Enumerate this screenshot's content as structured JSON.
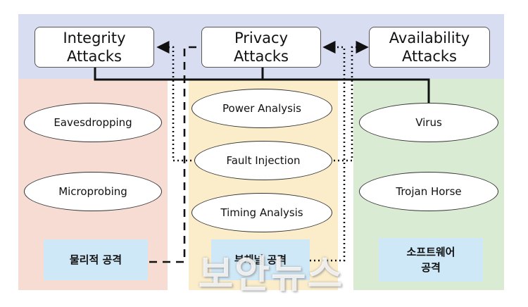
{
  "attacks": {
    "integrity": "Integrity\nAttacks",
    "privacy": "Privacy\nAttacks",
    "availability": "Availability\nAttacks"
  },
  "physical": {
    "label": "물리적 공격",
    "items": [
      "Eavesdropping",
      "Microprobing"
    ]
  },
  "side_channel": {
    "label": "부채널 공격",
    "items": [
      "Power Analysis",
      "Fault Injection",
      "Timing Analysis"
    ]
  },
  "software": {
    "label": "소프트웨어\n공격",
    "items": [
      "Virus",
      "Trojan Horse"
    ]
  },
  "watermark": "보안뉴스",
  "colors": {
    "top_band": "#d8ddf2",
    "physical": "#f6dcd2",
    "side_channel": "#fbedc9",
    "software": "#d9ebd3",
    "label_bg": "#cfe8f7"
  }
}
